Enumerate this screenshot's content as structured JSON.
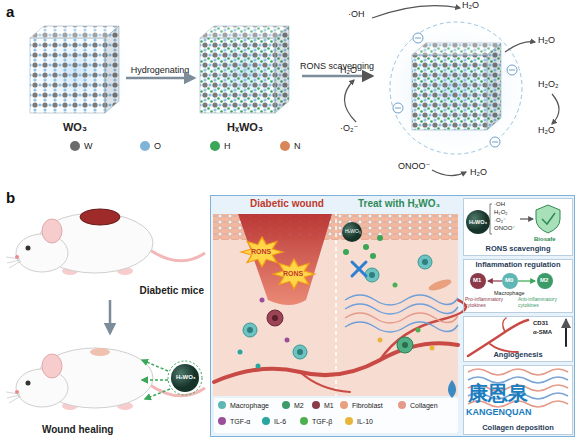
{
  "diagram": {
    "nodes": [
      {
        "text": [
          "WO₃"
        ]
      },
      {
        "text": [
          "HₓWO₃"
        ]
      },
      {
        "text": [
          "Diabetic mice"
        ]
      },
      {
        "text": [
          "Wound healing"
        ]
      },
      {
        "text": [
          "Diabetic wound",
          "Treat with HₓWO₃"
        ]
      },
      {
        "text": [
          "RONS scavenging"
        ],
        "in": 4
      },
      {
        "text": [
          "Inflammation regulation"
        ],
        "in": 4
      },
      {
        "text": [
          "Angiogenesis"
        ],
        "in": 4
      },
      {
        "text": [
          "Collagen deposition"
        ],
        "in": 4
      }
    ],
    "edges": [
      {
        "from": 0,
        "to": 1,
        "label": "Hydrogenating",
        "arrow": "to"
      },
      {
        "from": 2,
        "to": 3,
        "arrow": "to"
      }
    ],
    "labels": [
      "a",
      "RONS scavenging",
      "·OH",
      "H₂O",
      "H₂O",
      "H₂O₂",
      "H₂O",
      "ONOO⁻",
      "H₂O",
      "·O₂⁻",
      "H₂O",
      "b",
      "HₓWO₃",
      "RONS",
      "RONS",
      "HₓWO₃",
      "HₓWO₃",
      "·OH",
      "H₂O₂",
      "·O₂⁻",
      "ONOO⁻",
      "Biosafe",
      "M1",
      "M0",
      "M2",
      "Macrophage",
      "Pro-inflammatory cytokines",
      "Anti-inflammatory cytokines",
      "CD31",
      "α-SMA",
      "康恩泉",
      "KANGENQUAN"
    ],
    "legend": [
      {
        "text": "W",
        "color": "#6b6b6b"
      },
      {
        "text": "O",
        "color": "#7fb3d8"
      },
      {
        "text": "H",
        "color": "#3aa657"
      },
      {
        "text": "N",
        "color": "#d9875a"
      },
      {
        "text": "Macrophage",
        "color": "#5fb7b5"
      },
      {
        "text": "M2",
        "color": "#3d9b6a"
      },
      {
        "text": "M1",
        "color": "#8c3a4a"
      },
      {
        "text": "Fibroblast",
        "color": "#e8a07e"
      },
      {
        "text": "Collagen",
        "color": "#e59a8a"
      },
      {
        "text": "TGF-α",
        "color": "#9b4f9b"
      },
      {
        "text": "IL-6",
        "color": "#2aa6a0"
      },
      {
        "text": "TGF-β",
        "color": "#4caf50"
      },
      {
        "text": "IL-10",
        "color": "#e8b53a"
      }
    ]
  }
}
